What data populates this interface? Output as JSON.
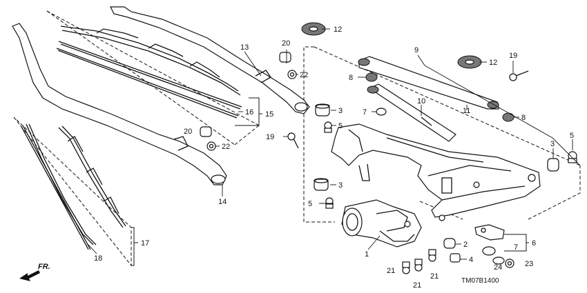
{
  "callouts": {
    "c1": "1",
    "c2": "2",
    "c3a": "3",
    "c3b": "3",
    "c3c": "3",
    "c4": "4",
    "c5a": "5",
    "c5b": "5",
    "c5c": "5",
    "c6": "6",
    "c7a": "7",
    "c7b": "7",
    "c8a": "8",
    "c8b": "8",
    "c9": "9",
    "c10": "10",
    "c11": "11",
    "c12a": "12",
    "c12b": "12",
    "c13": "13",
    "c14": "14",
    "c15": "15",
    "c16": "16",
    "c17": "17",
    "c18": "18",
    "c19a": "19",
    "c19b": "19",
    "c20a": "20",
    "c20b": "20",
    "c21a": "21",
    "c21b": "21",
    "c21c": "21",
    "c22a": "22",
    "c22b": "22",
    "c23": "23",
    "c24": "24"
  },
  "diagram_code": "TM07B1400",
  "front_marker": "FR."
}
